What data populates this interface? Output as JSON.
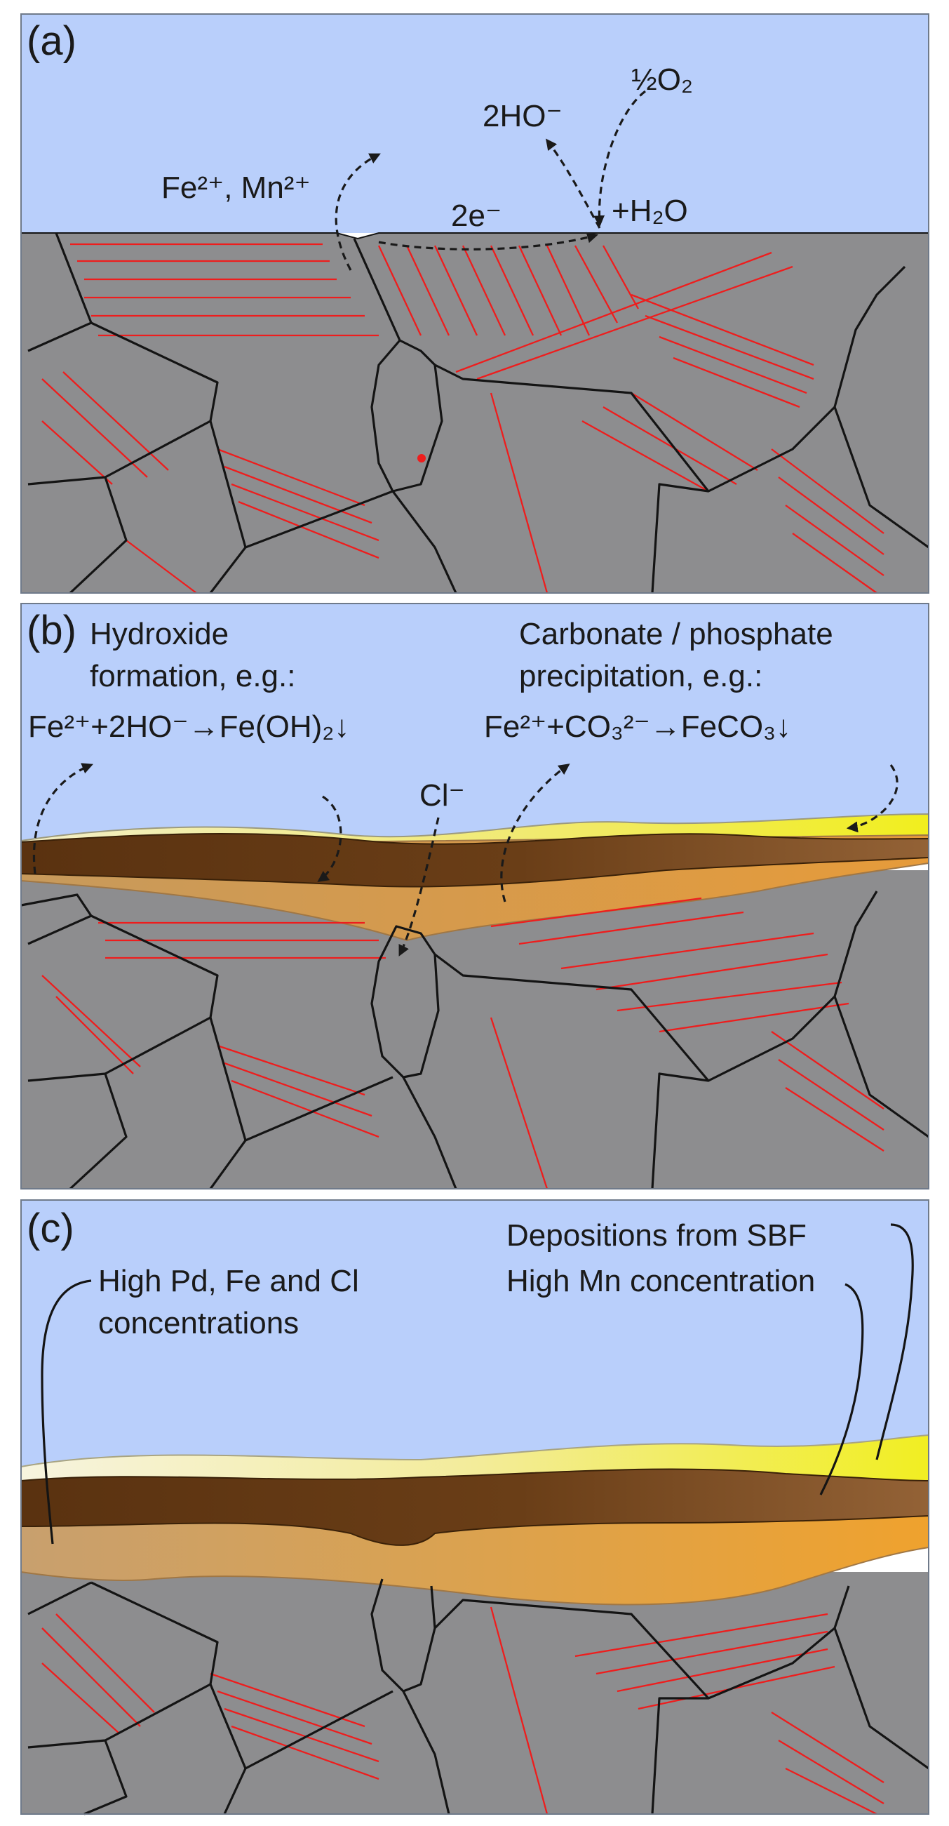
{
  "colors": {
    "electrolyte": "#b9cffb",
    "grain": "#8d8d8f",
    "twin_lines": "#ee1d1d",
    "boundary": "#141414",
    "inner_layer": "#5c3411",
    "mid_layer": "#8a5a2b",
    "outer_layer": "#e0a24a",
    "deposition": "#f1ee3a"
  },
  "panels": [
    {
      "letter": "(a)",
      "labels": {
        "ions": "Fe²⁺, Mn²⁺",
        "electrons": "2e⁻",
        "hydroxide": "2HO⁻",
        "oxygen": "½O₂",
        "water": "+H₂O"
      }
    },
    {
      "letter": "(b)",
      "labels": {
        "hydroxide_title_1": "Hydroxide",
        "hydroxide_title_2": "formation, e.g.:",
        "hydroxide_reaction": "Fe²⁺+2HO⁻→Fe(OH)₂↓",
        "chloride": "Cl⁻",
        "carbonate_title_1": "Carbonate / phosphate",
        "carbonate_title_2": "precipitation, e.g.:",
        "carbonate_reaction": "Fe²⁺+CO₃²⁻→FeCO₃↓"
      }
    },
    {
      "letter": "(c)",
      "labels": {
        "high_pd_1": "High Pd, Fe and Cl",
        "high_pd_2": "concentrations",
        "depositions": "Depositions from SBF",
        "high_mn": "High Mn concentration"
      }
    }
  ]
}
